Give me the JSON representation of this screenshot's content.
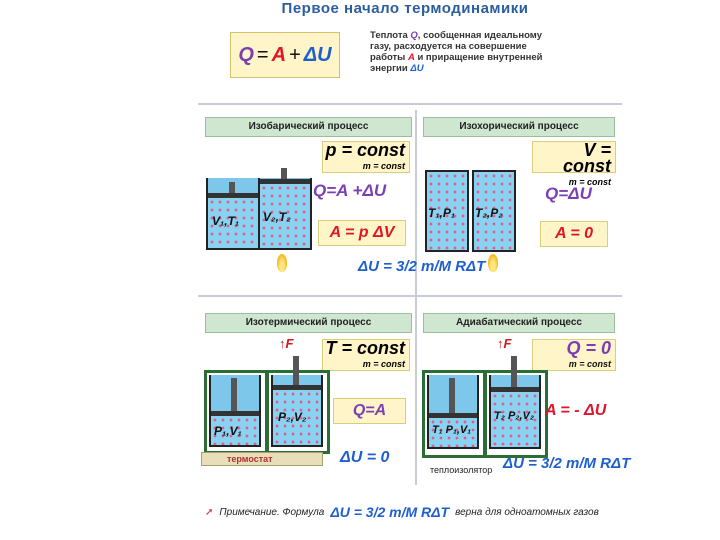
{
  "title": "Первое начало термодинамики",
  "main_formula": {
    "q": "Q",
    "eq": "=",
    "a": "A",
    "plus": "+",
    "du": "ΔU"
  },
  "note": {
    "l1a": "Теплота ",
    "l1q": "Q",
    "l1b": ", сообщенная идеальному",
    "l2": "газу, расходуется на совершение",
    "l3a": "работы ",
    "l3s": "A",
    "l3b": " и приращение внутренней",
    "l4a": "энергии ",
    "l4s": "ΔU"
  },
  "isobaric": {
    "header": "Изобарический процесс",
    "cond": "p = const",
    "cond_sub": "m = const",
    "f1": "Q=A +ΔU",
    "f2": "A = p ΔV",
    "l1": "V₁,T₁",
    "l2": "V₂,T₂"
  },
  "isochoric": {
    "header": "Изохорический процесс",
    "cond": "V = const",
    "cond_sub": "m = const",
    "f1": "Q=ΔU",
    "f2": "A = 0",
    "l1": "T₁,P₁",
    "l2": "T₂,P₂",
    "du": "ΔU = 3/2 m/M RΔT"
  },
  "isothermal": {
    "header": "Изотермический процесс",
    "cond": "T = const",
    "cond_sub": "m = const",
    "f1": "Q=A",
    "f2": "ΔU = 0",
    "l1": "P₁,V₁",
    "l2": "P₂,V₂",
    "force": "F",
    "thermostat": "термостат"
  },
  "adiabatic": {
    "header": "Адиабатический процесс",
    "cond": "Q = 0",
    "cond_sub": "m = const",
    "f1": "A = - ΔU",
    "l1": "T₁ P₁,V₁",
    "l2": "T₂ P₂,V₂",
    "force": "F",
    "insulator": "теплоизолятор",
    "du": "ΔU = 3/2 m/M RΔT"
  },
  "footer": {
    "note": "Примечание. Формула",
    "formula": "ΔU = 3/2 m/M RΔT",
    "rest": "верна для одноатомных газов"
  }
}
